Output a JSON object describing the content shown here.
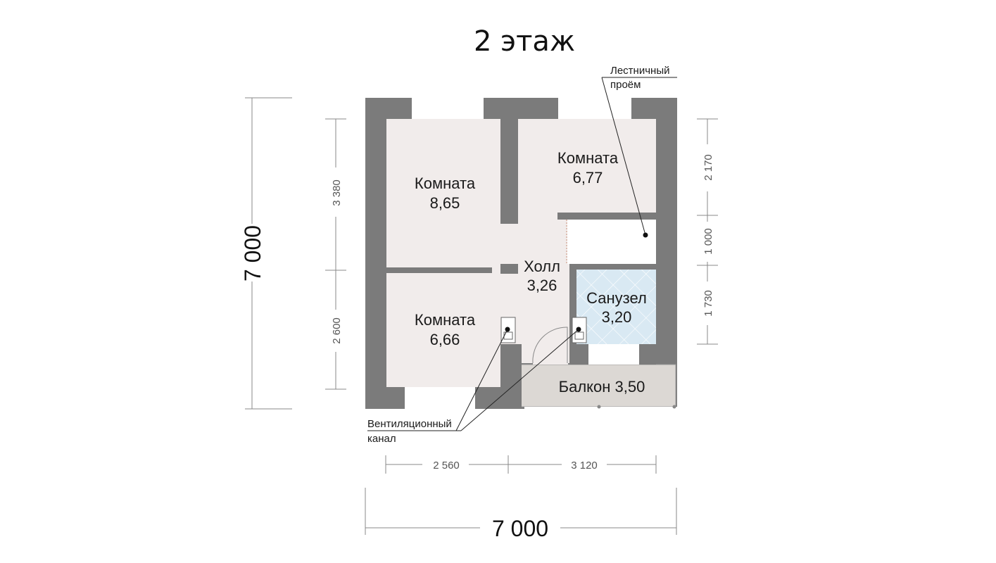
{
  "title": "2 этаж",
  "rooms": [
    {
      "name": "Комната",
      "area": "8,65"
    },
    {
      "name": "Комната",
      "area": "6,77"
    },
    {
      "name": "Комната",
      "area": "6,66"
    },
    {
      "name": "Холл",
      "area": "3,26"
    },
    {
      "name": "Санузел",
      "area": "3,20"
    },
    {
      "name": "Балкон 3,50"
    }
  ],
  "dimensions": {
    "total_width": "7 000",
    "total_height": "7 000",
    "left_upper": "3 380",
    "left_lower": "2 600",
    "right_upper": "2 170",
    "right_middle": "1 000",
    "right_lower": "1 730",
    "bottom_left": "2 560",
    "bottom_right": "3 120"
  },
  "annotations": {
    "stair_line1": "Лестничный",
    "stair_line2": "проём",
    "vent_line1": "Вентиляционный",
    "vent_line2": "канал"
  },
  "colors": {
    "wall": "#7b7b7b",
    "floor": "#f1eceb",
    "bathroom": "#d9e9f3",
    "balcony": "#dcd8d4"
  }
}
